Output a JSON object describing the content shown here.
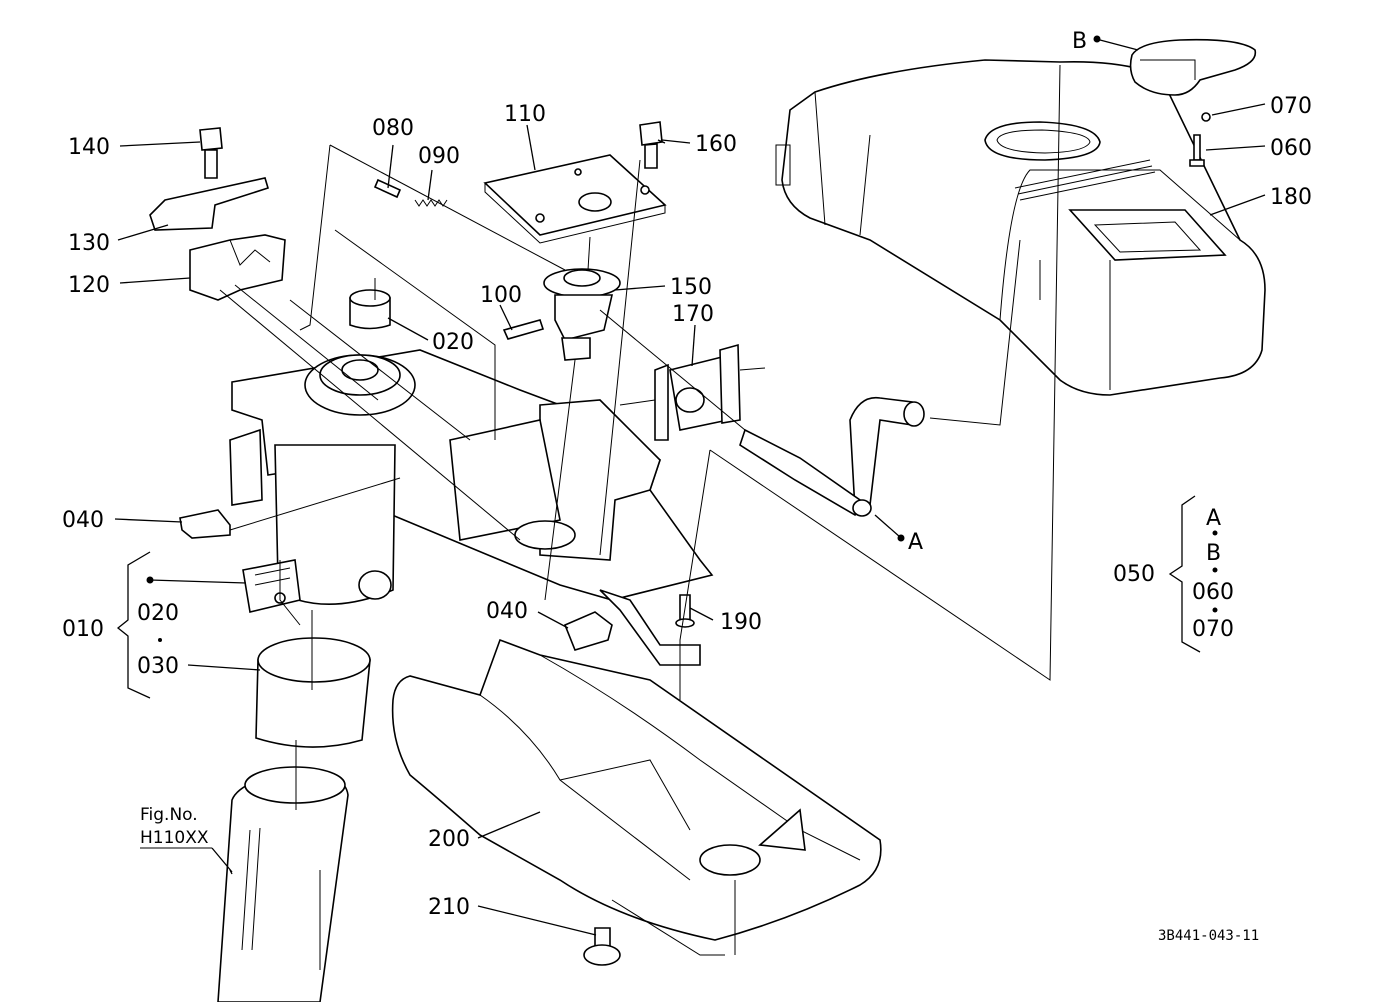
{
  "labels": {
    "p010": "010",
    "p020a": "020",
    "p020b": "020",
    "p030": "030",
    "p040a": "040",
    "p040b": "040",
    "p050": "050",
    "p060a": "060",
    "p060b": "060",
    "p070a": "070",
    "p070b": "070",
    "p080": "080",
    "p090": "090",
    "p100": "100",
    "p110": "110",
    "p120": "120",
    "p130": "130",
    "p140": "140",
    "p150": "150",
    "p160": "160",
    "p170": "170",
    "p180": "180",
    "p190": "190",
    "p200": "200",
    "p210": "210",
    "markA": "A",
    "markB": "B",
    "kitA": "A",
    "kitB": "B"
  },
  "figref": {
    "line1": "Fig.No.",
    "line2": "H110XX"
  },
  "drawing_code": "3B441-043-11"
}
